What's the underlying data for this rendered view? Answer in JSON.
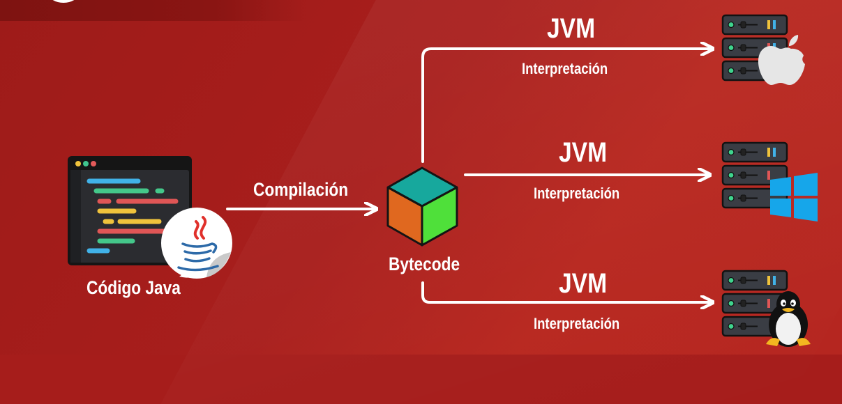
{
  "labels": {
    "source": "Código Java",
    "compile": "Compilación",
    "bytecode": "Bytecode"
  },
  "targets": [
    {
      "runtime": "JVM",
      "action": "Interpretación",
      "os_icon": "apple-icon"
    },
    {
      "runtime": "JVM",
      "action": "Interpretación",
      "os_icon": "windows-icon"
    },
    {
      "runtime": "JVM",
      "action": "Interpretación",
      "os_icon": "linux-penguin-icon"
    }
  ],
  "colors": {
    "background": "#a61d1b",
    "cube_top": "#17a89d",
    "cube_left": "#e0681f",
    "cube_right": "#4fe03a",
    "arrow": "#ffffff"
  }
}
